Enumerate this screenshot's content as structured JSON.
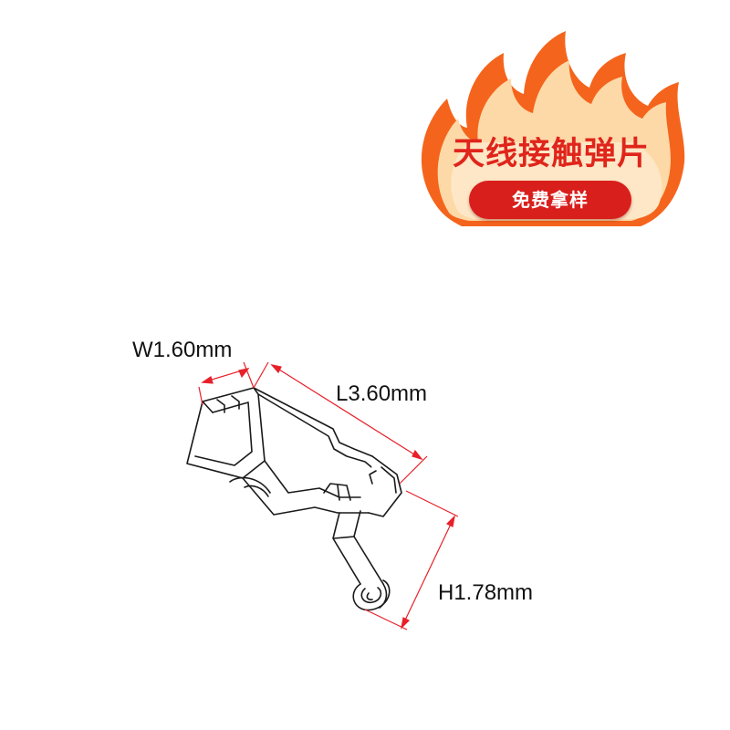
{
  "promo": {
    "title": "天线接触弹片",
    "button_label": "免费拿样",
    "colors": {
      "flame_outer": "#f5641c",
      "flame_inner": "#fdd9a8",
      "title": "#e0251b",
      "button": "#d81f1c"
    }
  },
  "dimensions": {
    "width_label": "W1.60mm",
    "length_label": "L3.60mm",
    "height_label": "H1.78mm",
    "line_color": "#e8202a"
  },
  "drawing": {
    "icon": "spring-contact-clip-icon",
    "stroke_color": "#1a1a1a"
  }
}
